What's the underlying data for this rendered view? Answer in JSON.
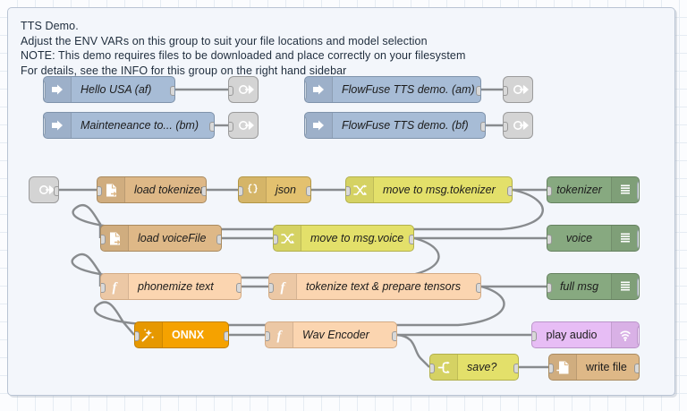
{
  "app": {
    "name": "node-red-flow-editor"
  },
  "group": {
    "note_lines": [
      "TTS Demo.",
      "Adjust the ENV VARs on this group to suit your file locations and model selection",
      "NOTE: This demo requires files to be downloaded and place correctly on your filesystem",
      "For details, see the INFO for this group on the right hand sidebar"
    ],
    "note_text": "TTS Demo.\nAdjust the ENV VARs on this group to suit your file locations and model selection\nNOTE: This demo requires files to be downloaded and place correctly on your filesystem\nFor details, see the INFO for this group on the right hand sidebar",
    "fill": "#f3f6fb",
    "stroke": "#b9c4d4"
  },
  "colors": {
    "inject": "#a7bcd6",
    "link": "#d4d4d4",
    "file": "#deb887",
    "json": "#e3c16f",
    "change": "#e3e06a",
    "debug": "#87a980",
    "function": "#fbd5b0",
    "onnx": "#f5a200",
    "audio": "#e7bdf5",
    "wire": "#888b8e",
    "canvas": "#fbfcfe",
    "grid": "#e6ecf3"
  },
  "nodes": {
    "inject_hello_usa": {
      "label": "Hello USA (af)",
      "type": "inject",
      "icon": "inject-arrow-icon"
    },
    "inject_maintenance": {
      "label": "Mainteneance to... (bm)",
      "type": "inject",
      "icon": "inject-arrow-icon"
    },
    "inject_ff_am": {
      "label": "FlowFuse TTS demo. (am)",
      "type": "inject",
      "icon": "inject-arrow-icon"
    },
    "inject_ff_bf": {
      "label": "FlowFuse TTS demo. (bf)",
      "type": "inject",
      "icon": "inject-arrow-icon"
    },
    "link_out_1": {
      "label": "",
      "type": "link-out",
      "icon": "link-out-icon"
    },
    "link_out_2": {
      "label": "",
      "type": "link-out",
      "icon": "link-out-icon"
    },
    "link_out_3": {
      "label": "",
      "type": "link-out",
      "icon": "link-out-icon"
    },
    "link_out_4": {
      "label": "",
      "type": "link-out",
      "icon": "link-out-icon"
    },
    "link_in_1": {
      "label": "",
      "type": "link-in",
      "icon": "link-in-icon"
    },
    "load_tokenizer": {
      "label": "load tokenizer",
      "type": "file-in",
      "icon": "file-icon"
    },
    "json": {
      "label": "json",
      "type": "json",
      "icon": "braces-icon"
    },
    "move_tokenizer": {
      "label": "move to msg.tokenizer",
      "type": "change",
      "icon": "shuffle-icon"
    },
    "debug_tokenizer": {
      "label": "tokenizer",
      "type": "debug",
      "icon": "debug-list-icon"
    },
    "load_voicefile": {
      "label": "load voiceFile",
      "type": "file-in",
      "icon": "file-icon"
    },
    "move_voice": {
      "label": "move to msg.voice",
      "type": "change",
      "icon": "shuffle-icon"
    },
    "debug_voice": {
      "label": "voice",
      "type": "debug",
      "icon": "debug-list-icon"
    },
    "phonemize_text": {
      "label": "phonemize text",
      "type": "function",
      "icon": "function-f-icon"
    },
    "tokenize_prepare": {
      "label": "tokenize text & prepare tensors",
      "type": "function",
      "icon": "function-f-icon"
    },
    "debug_full_msg": {
      "label": "full msg",
      "type": "debug",
      "icon": "debug-list-icon"
    },
    "onnx": {
      "label": "ONNX",
      "type": "onnx",
      "icon": "magic-wand-icon"
    },
    "wav_encoder": {
      "label": "Wav Encoder",
      "type": "function",
      "icon": "function-f-icon"
    },
    "play_audio": {
      "label": "play audio",
      "type": "audio-out",
      "icon": "speaker-icon"
    },
    "save_switch": {
      "label": "save?",
      "type": "switch",
      "icon": "branch-icon"
    },
    "write_file": {
      "label": "write file",
      "type": "file-out",
      "icon": "file-write-icon"
    }
  }
}
